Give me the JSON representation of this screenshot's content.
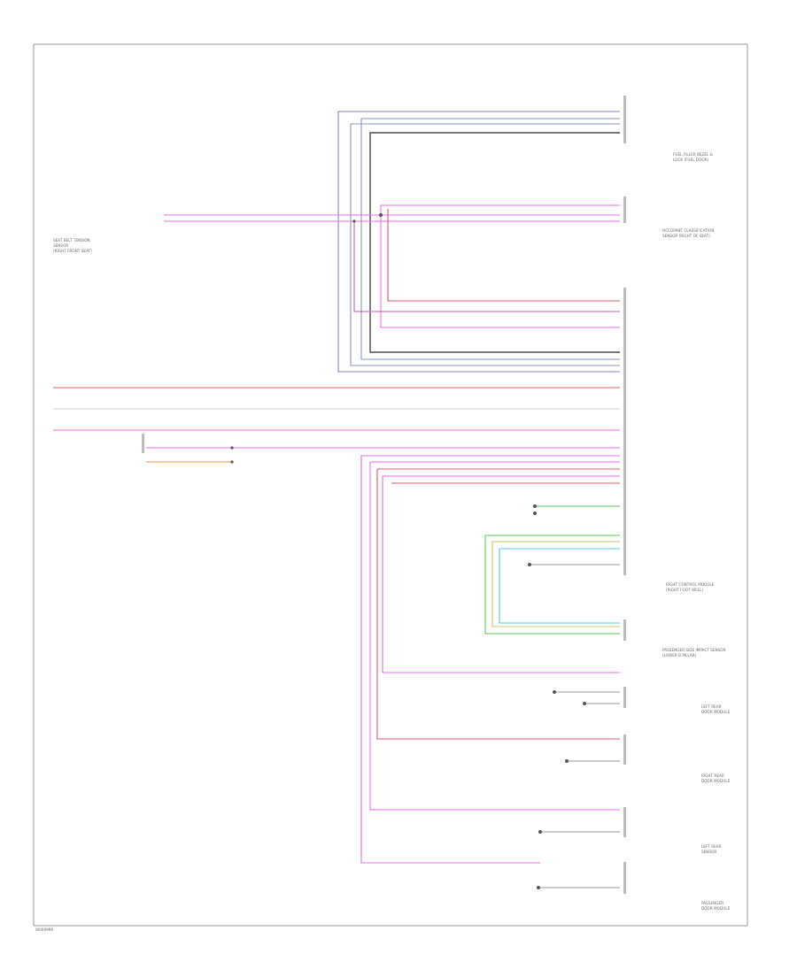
{
  "diagram": {
    "footer_code": "W009996",
    "colors": {
      "blue": "#7f86cc",
      "slate": "#8a95c8",
      "dark": "#4a4a4a",
      "pink": "#e86ee8",
      "magenta": "#c857c8",
      "red": "#e05a6a",
      "green": "#55cc55",
      "cyan": "#58c8d8",
      "yellow": "#c8c860",
      "orange": "#e89a40",
      "gray": "#9a9a9a"
    },
    "components": [
      {
        "id": "fuel-cap",
        "lines": [
          "FUEL FILLER BEZEL &",
          "LOCK (FUEL DOOR)"
        ]
      },
      {
        "id": "oc-sensor",
        "lines": [
          "OCCUPANT CLASSIFICATION",
          "SENSOR (RIGHT OF SEAT)"
        ]
      },
      {
        "id": "seat-belt",
        "lines": [
          "SEAT BELT TENSION",
          "SENSOR",
          "(RIGHT FRONT SEAT)"
        ]
      },
      {
        "id": "rcm",
        "lines": [
          "RIGHT CONTROL MODULE",
          "(RIGHT FOOT WELL)"
        ]
      },
      {
        "id": "pre-sensor",
        "lines": [
          "PASSENGER SIDE IMPACT SENSOR",
          "(LOWER B PILLAR)"
        ]
      },
      {
        "id": "left-rear",
        "lines": [
          "LEFT REAR",
          "DOOR MODULE"
        ]
      },
      {
        "id": "right-rear",
        "lines": [
          "RIGHT REAR",
          "DOOR MODULE"
        ]
      },
      {
        "id": "left-sensor",
        "lines": [
          "LEFT REAR",
          "SENSOR"
        ]
      },
      {
        "id": "passenger",
        "lines": [
          "PASSENGER",
          "DOOR MODULE"
        ]
      }
    ]
  }
}
